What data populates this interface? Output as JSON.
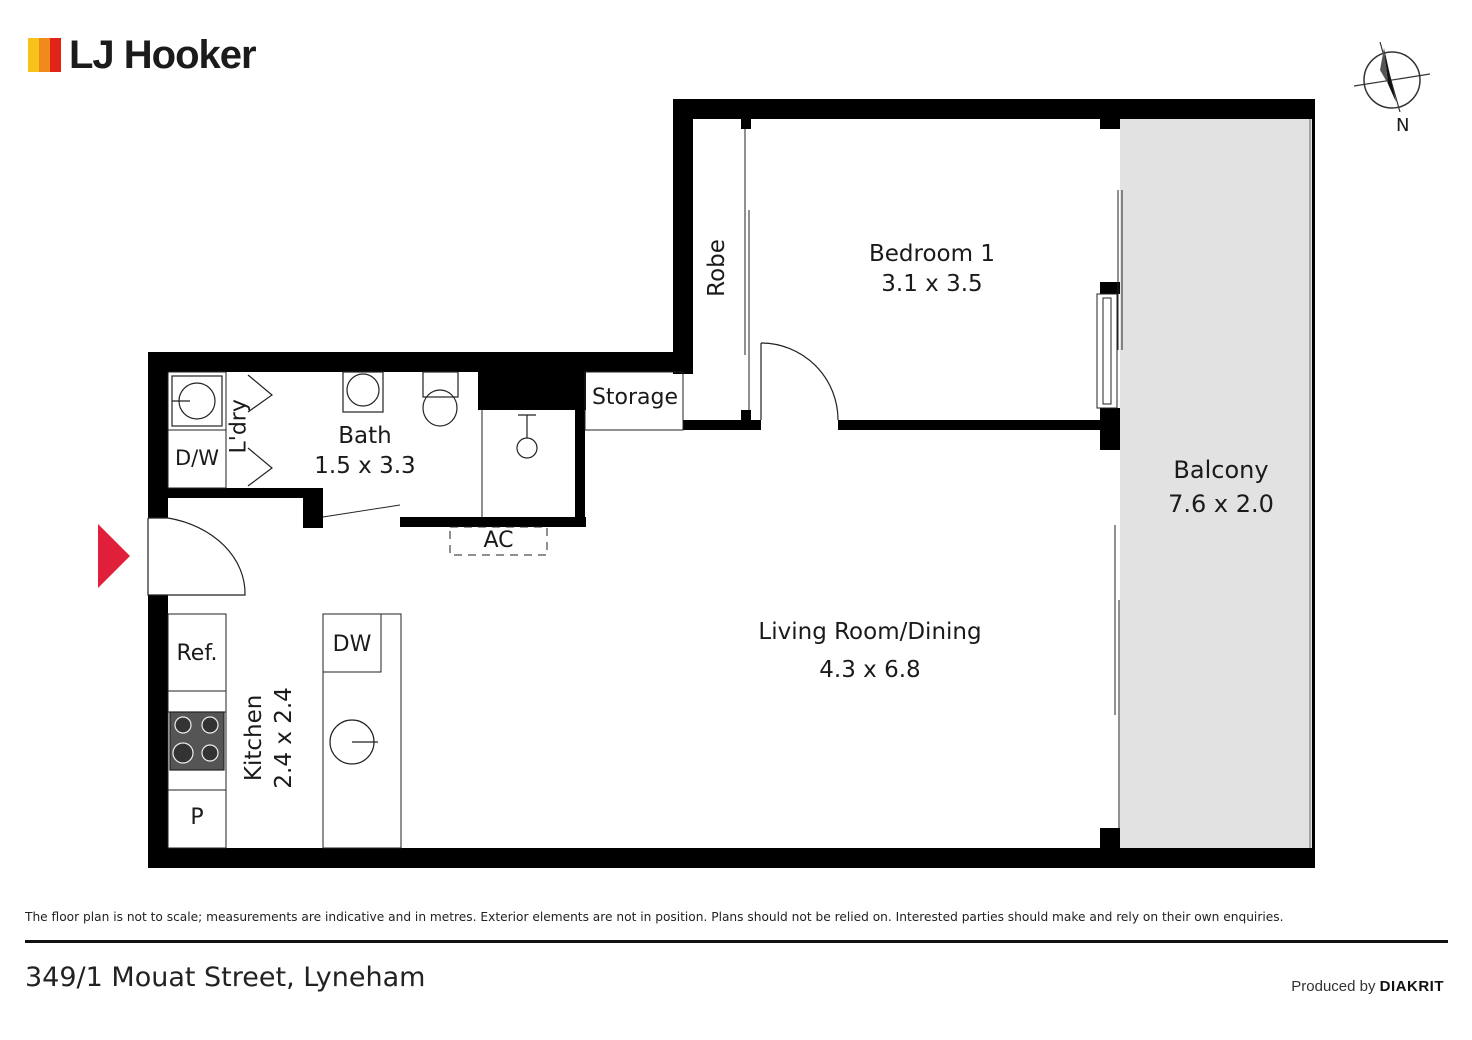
{
  "brand": {
    "name": "LJ Hooker",
    "colors": [
      "#f7c21a",
      "#f08a1c",
      "#e2231a"
    ]
  },
  "compass": {
    "label": "N",
    "icon": "north-arrow-icon"
  },
  "rooms": {
    "bedroom": {
      "name": "Bedroom 1",
      "size": "3.1 x 3.5"
    },
    "robe": {
      "name": "Robe"
    },
    "balcony": {
      "name": "Balcony",
      "size": "7.6 x 2.0"
    },
    "storage": {
      "name": "Storage"
    },
    "laundry": {
      "name": "L'dry"
    },
    "dw_laundry": {
      "name": "D/W"
    },
    "bath": {
      "name": "Bath",
      "size": "1.5 x 3.3"
    },
    "ac": {
      "name": "AC"
    },
    "living": {
      "name": "Living Room/Dining",
      "size": "4.3 x 6.8"
    },
    "kitchen": {
      "name": "Kitchen",
      "size": "2.4 x 2.4"
    },
    "ref": {
      "name": "Ref."
    },
    "dw_kitchen": {
      "name": "DW"
    },
    "pantry": {
      "name": "P"
    }
  },
  "entry_marker": {
    "icon": "entry-arrow-icon",
    "color": "#e0203a"
  },
  "colors": {
    "wall": "#000000",
    "balcony_fill": "#e2e2e2"
  },
  "footer": {
    "disclaimer": "The floor plan is not to scale; measurements are indicative and in metres. Exterior elements are not in position. Plans should not be relied on. Interested parties should make and rely on their own enquiries.",
    "address": "349/1 Mouat Street, Lyneham",
    "produced_prefix": "Produced by",
    "produced_brand": "DIAKRIT"
  }
}
